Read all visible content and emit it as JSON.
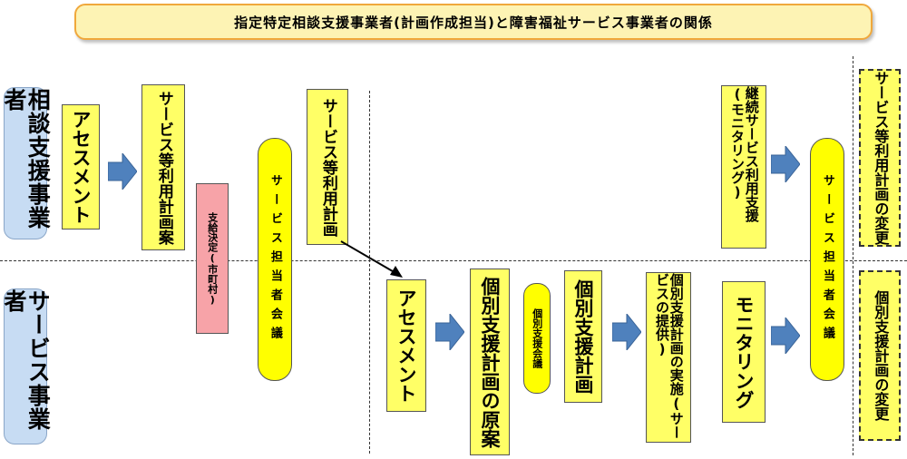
{
  "title": "指定特定相談支援事業者(計画作成担当)と障害福祉サービス事業者の関係",
  "roles": {
    "consultation": "相談支援事業者",
    "service": "サービス事業者"
  },
  "boxes": {
    "assessment_top": "アセスメント",
    "service_plan_draft": "サービス等利用計画案",
    "payment_decision": "支給決定(市町村)",
    "service_staff_meeting_1": "サービス担当者会議",
    "service_plan": "サービス等利用計画",
    "assessment_bottom": "アセスメント",
    "individual_plan_draft": "個別支援計画の原案",
    "individual_support_meeting": "個別支援会議",
    "individual_plan": "個別支援計画",
    "individual_plan_implementation": "個別支援計画の実施(サービスの提供)",
    "continued_support": "継続サービス利用支援(モニタリング)",
    "monitoring": "モニタリング",
    "service_staff_meeting_2": "サービス担当者会議",
    "service_plan_change": "サービス等利用計画の変更",
    "individual_plan_change": "個別支援計画の変更"
  },
  "colors": {
    "box_yellow": "#ffff66",
    "pill_yellow": "#ffff00",
    "role_blue": "#c7dcf3",
    "pink": "#f7a3a8",
    "arrow_blue": "#4f81bd",
    "title_bg": "#fdf3b4",
    "title_border": "#f0a83c"
  }
}
